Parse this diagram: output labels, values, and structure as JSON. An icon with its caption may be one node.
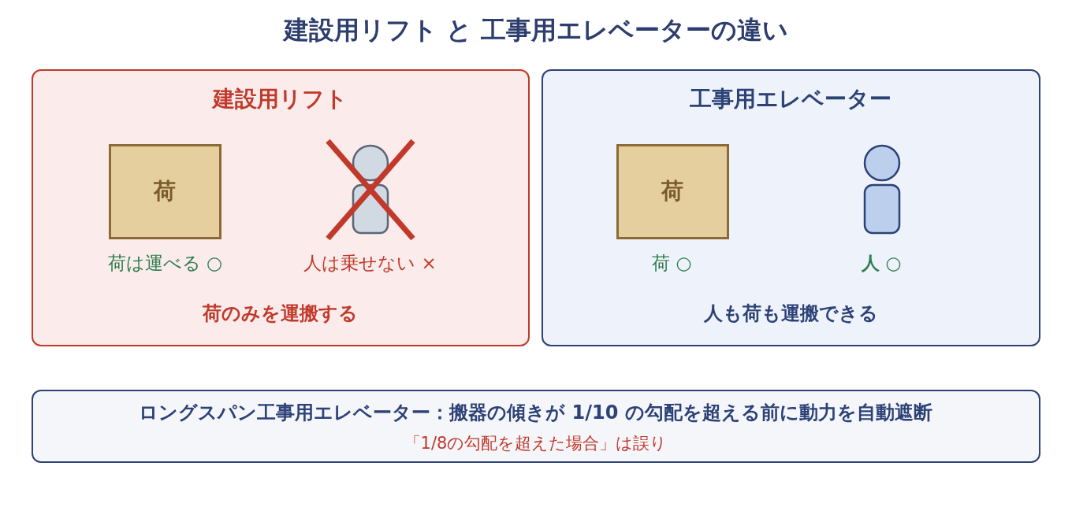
{
  "diagram": {
    "title": "建設用リフト と 工事用エレベーターの違い",
    "nodes": [
      {
        "text": [
          "建設用リフト",
          "荷のみを運搬する"
        ]
      },
      {
        "text": [
          "荷"
        ],
        "in": 0,
        "beside": [
          "荷は運べる ○"
        ]
      },
      {
        "text": [],
        "shape": "person",
        "in": 0,
        "beside": [
          "人は乗せない ×"
        ]
      },
      {
        "text": [
          "工事用エレベーター",
          "人も荷も運搬できる"
        ]
      },
      {
        "text": [
          "荷"
        ],
        "in": 3,
        "beside": [
          "荷 ○"
        ]
      },
      {
        "text": [],
        "shape": "person",
        "in": 3,
        "beside": [
          "**人** ○"
        ]
      },
      {
        "text": [
          "ロングスパン工事用エレベーター：搬器の傾きが 1/10 の勾配を超える前に動力を自動遮断",
          "「1/8の勾配を超えた場合」は誤り"
        ]
      }
    ]
  }
}
